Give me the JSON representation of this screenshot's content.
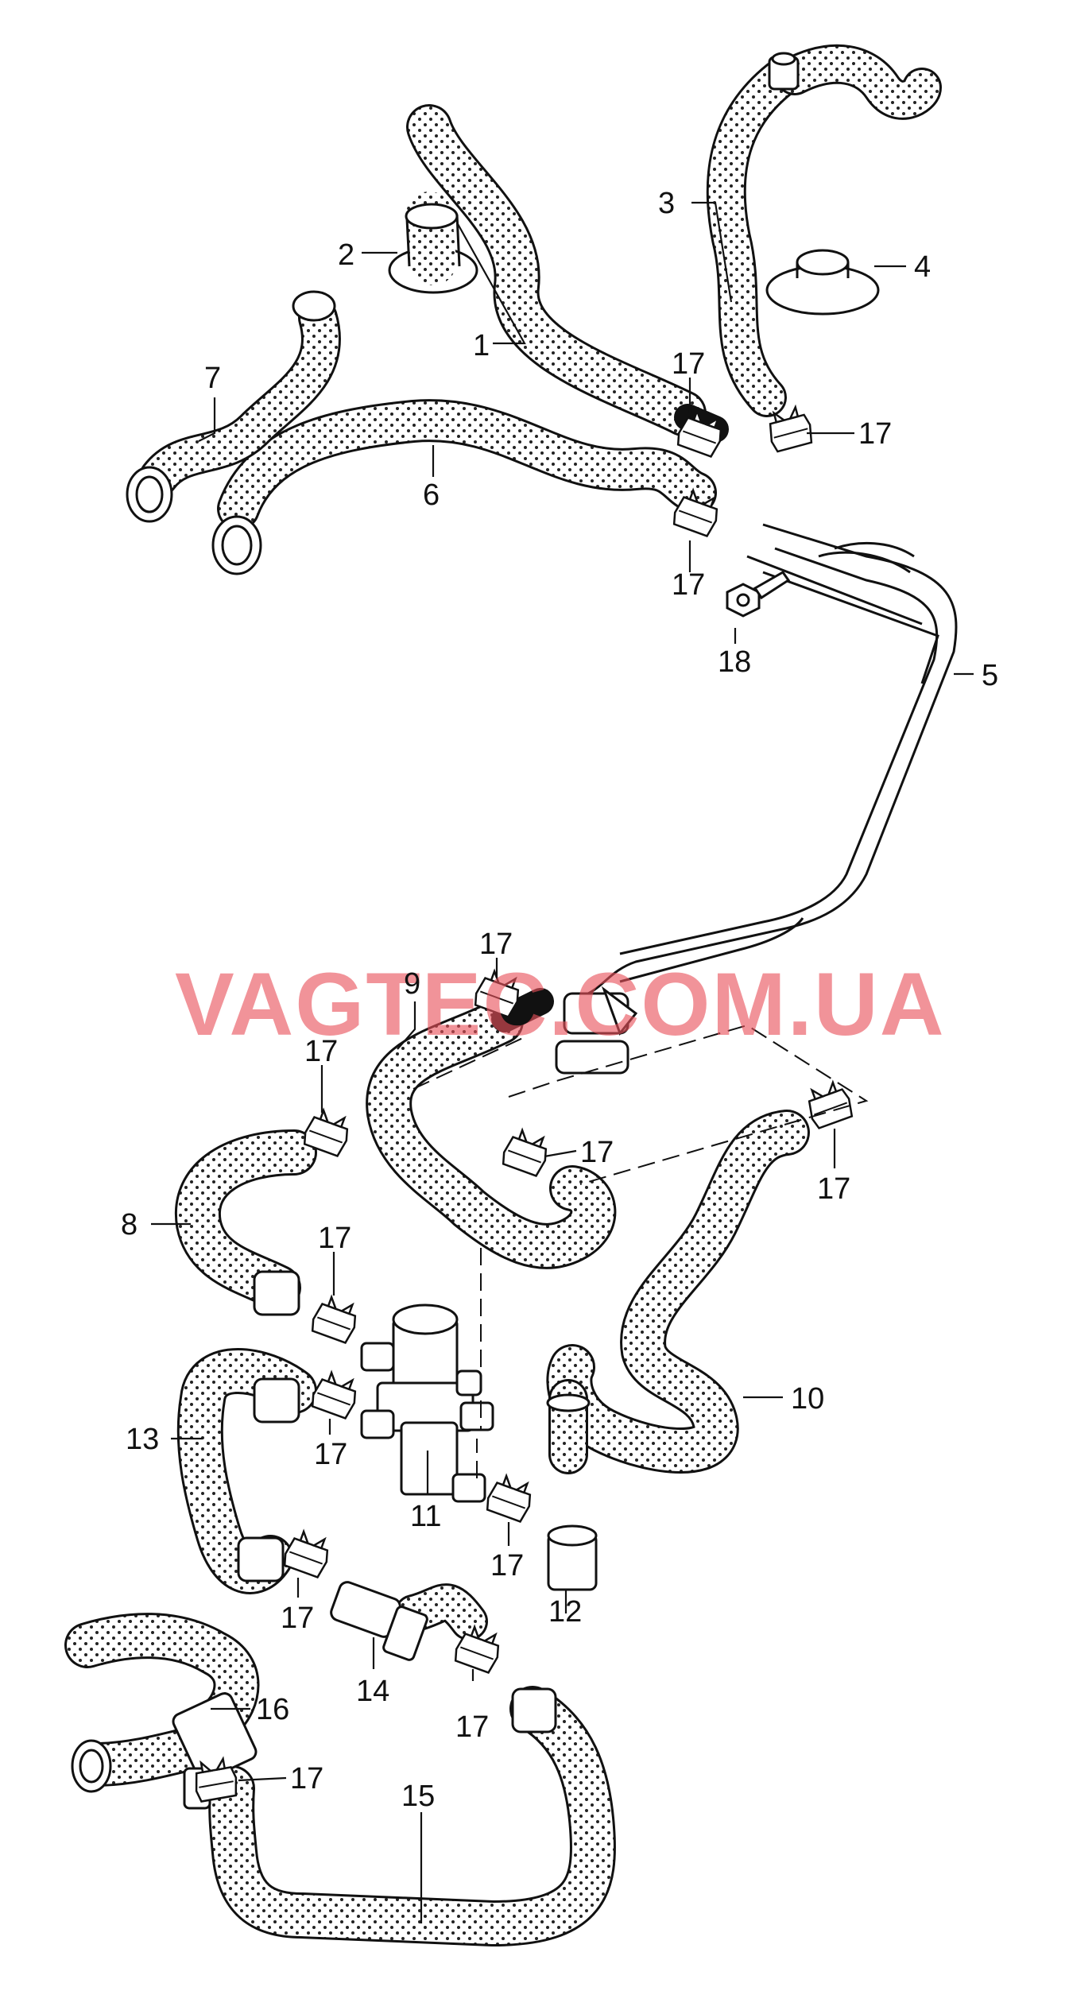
{
  "watermark": "VAGTEC.COM.UA",
  "callouts": {
    "c1": "1",
    "c2": "2",
    "c3": "3",
    "c4": "4",
    "c5": "5",
    "c6": "6",
    "c7": "7",
    "c8": "8",
    "c9": "9",
    "c10": "10",
    "c11": "11",
    "c12": "12",
    "c13": "13",
    "c14": "14",
    "c15": "15",
    "c16": "16",
    "c17": "17",
    "c18": "18"
  },
  "colors": {
    "line": "#111111",
    "watermark": "#e8505b",
    "background": "#ffffff"
  }
}
